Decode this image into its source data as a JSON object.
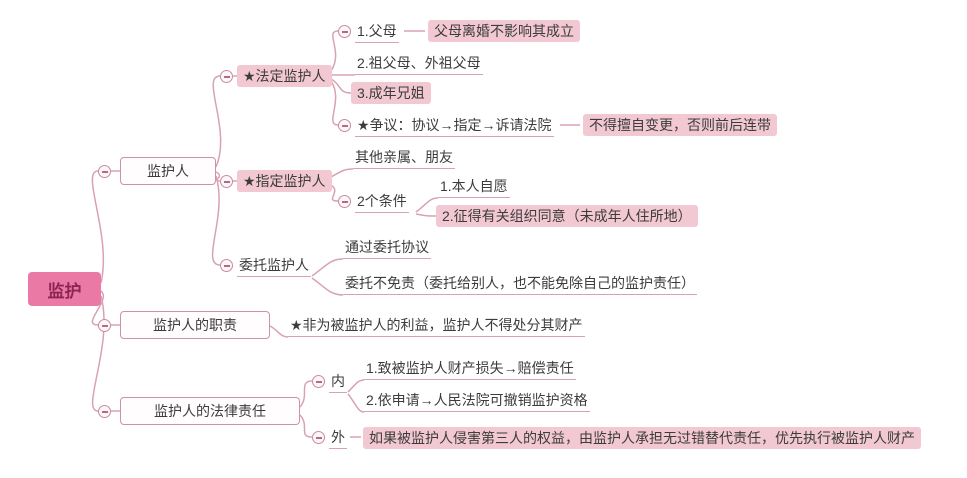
{
  "root": {
    "label": "监护"
  },
  "guardian": {
    "label": "监护人",
    "statutory": {
      "label": "★法定监护人",
      "parents": {
        "label": "1.父母",
        "note": "父母离婚不影响其成立"
      },
      "grandparents": {
        "label": "2.祖父母、外祖父母"
      },
      "adult_siblings": {
        "label": "3.成年兄姐"
      },
      "dispute": {
        "label": "★争议：协议→指定→诉请法院",
        "note": "不得擅自变更，否则前后连带"
      }
    },
    "designated": {
      "label": "★指定监护人",
      "relatives": {
        "label": "其他亲属、朋友"
      },
      "conditions": {
        "label": "2个条件",
        "voluntary": {
          "label": "1.本人自愿"
        },
        "consent": {
          "label": "2.征得有关组织同意（未成年人住所地）"
        }
      }
    },
    "entrusted": {
      "label": "委托监护人",
      "agreement": {
        "label": "通过委托协议"
      },
      "no_exemption": {
        "label": "委托不免责（委托给别人，也不能免除自己的监护责任）"
      }
    }
  },
  "duties": {
    "label": "监护人的职责",
    "rule": {
      "label": "★非为被监护人的利益，监护人不得处分其财产"
    }
  },
  "liability": {
    "label": "监护人的法律责任",
    "internal": {
      "label": "内",
      "item1": {
        "label": "1.致被监护人财产损失→赔偿责任"
      },
      "item2": {
        "label": "2.依申请→人民法院可撤销监护资格"
      }
    },
    "external": {
      "label": "外",
      "note": "如果被监护人侵害第三人的权益，由监护人承担无过错替代责任，优先执行被监护人财产"
    }
  },
  "colors": {
    "root_bg": "#ea7aa5",
    "root_text": "#8e2453",
    "highlight_bg": "#f2c8d3",
    "line": "#d7a2b5",
    "box_border": "#d090aa",
    "text": "#3c3c3c"
  }
}
